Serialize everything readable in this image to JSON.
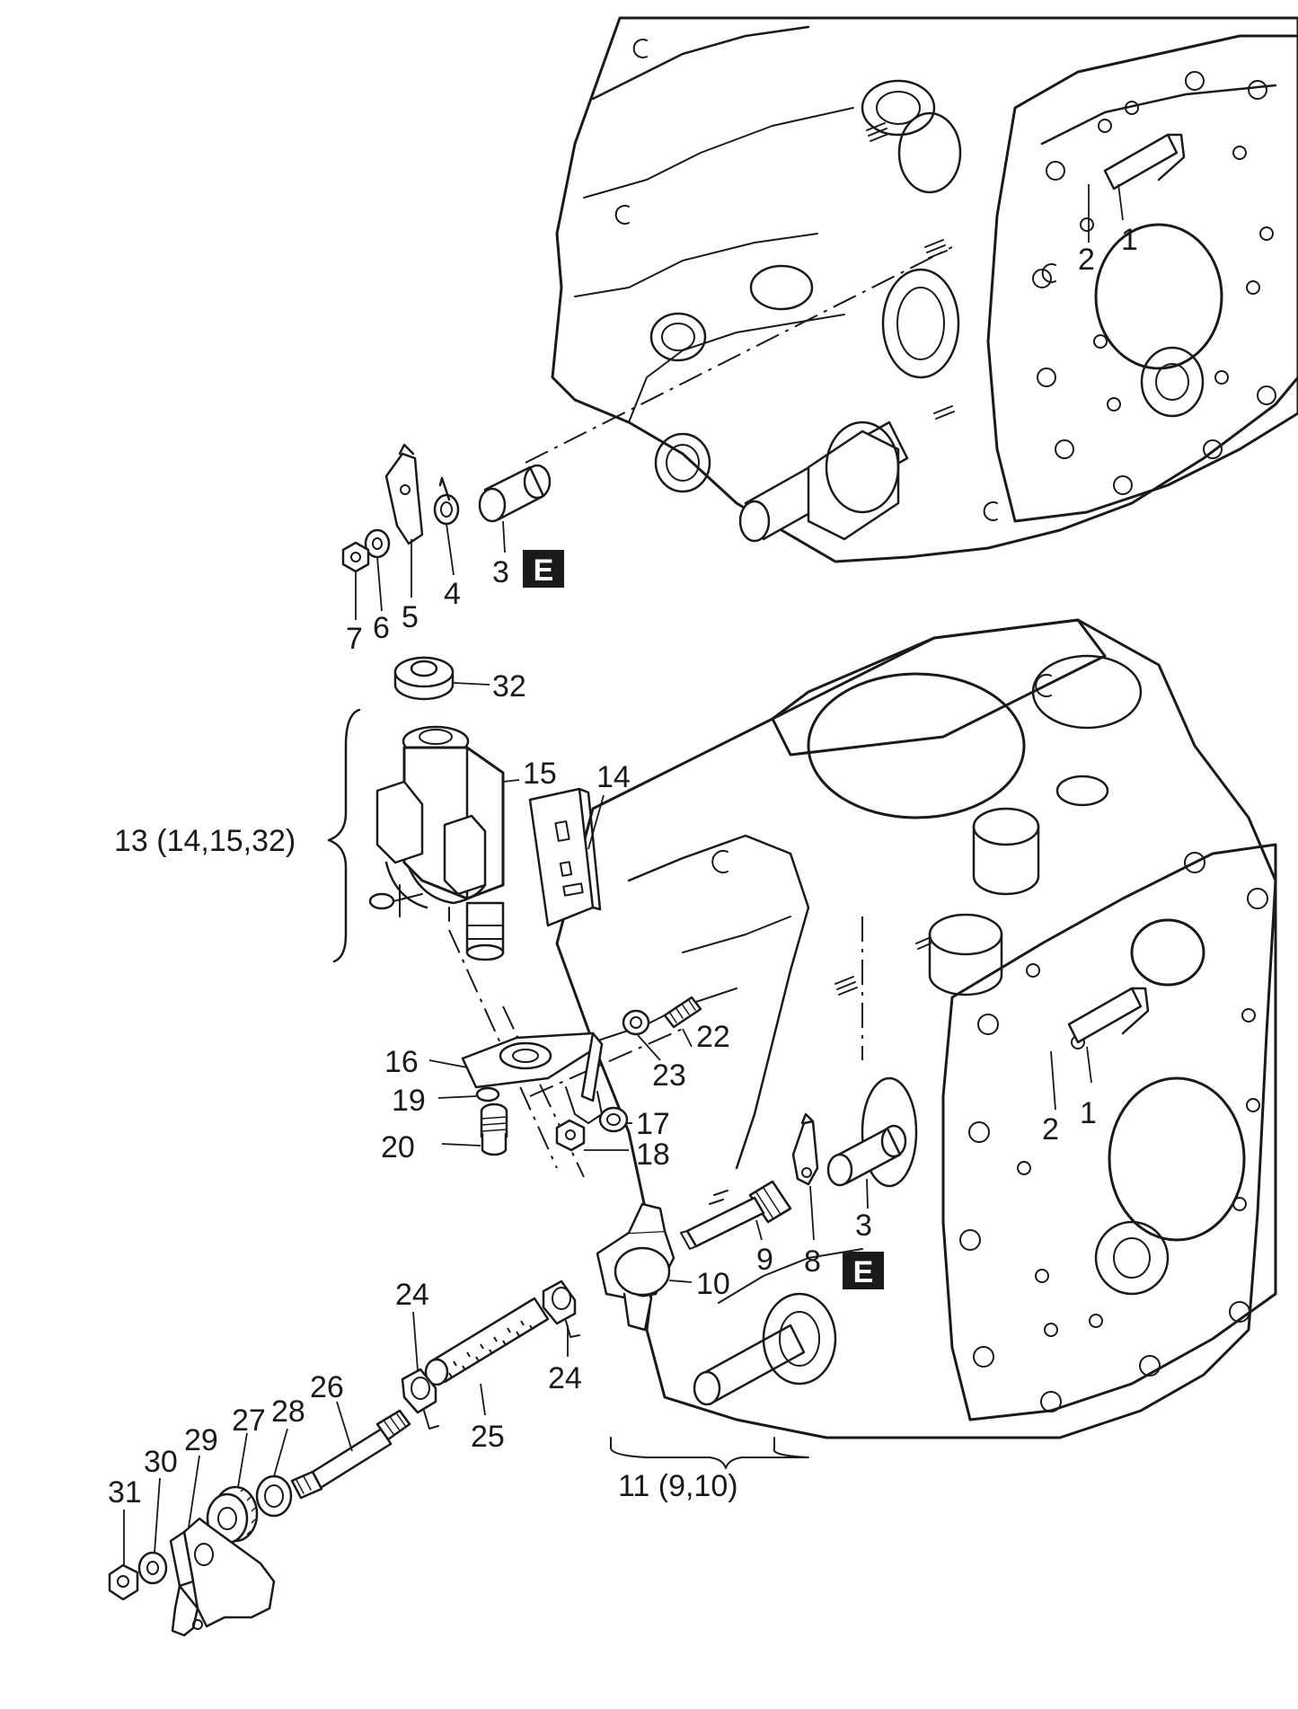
{
  "labels": {
    "top": {
      "l1": "1",
      "l2": "2",
      "l3": "3",
      "l4": "4",
      "l5": "5",
      "l6": "6",
      "l7": "7"
    },
    "l32": "32",
    "l15": "15",
    "l14": "14",
    "group13": "13 (14,15,32)",
    "l22": "22",
    "l23": "23",
    "l16": "16",
    "l19": "19",
    "l17": "17",
    "l20": "20",
    "l18": "18",
    "bot": {
      "l1": "1",
      "l2": "2",
      "l3": "3"
    },
    "l9": "9",
    "l8": "8",
    "l10": "10",
    "l24a": "24",
    "l24b": "24",
    "l25": "25",
    "l26": "26",
    "l27": "27",
    "l28": "28",
    "l29": "29",
    "l30": "30",
    "l31": "31",
    "group11": "11 (9,10)"
  },
  "badges": {
    "e1": "E",
    "e2": "E"
  }
}
